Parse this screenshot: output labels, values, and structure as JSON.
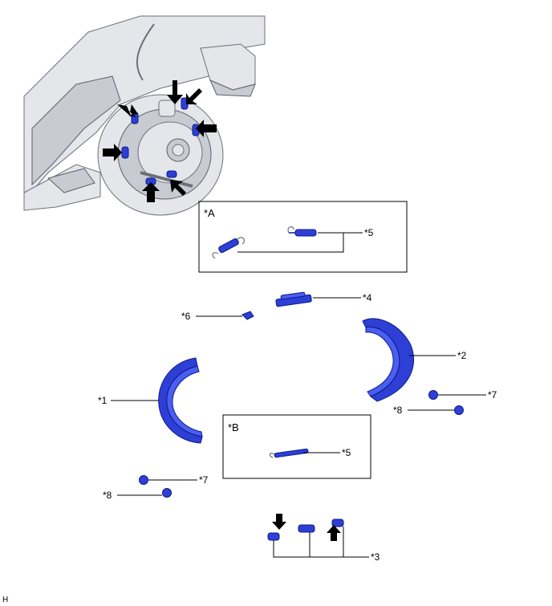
{
  "callouts": {
    "c1": "*1",
    "c2": "*2",
    "c3": "*3",
    "c4": "*4",
    "c5a": "*5",
    "c5b": "*5",
    "c6": "*6",
    "c7a": "*7",
    "c7b": "*7",
    "c8a": "*8",
    "c8b": "*8"
  },
  "boxes": {
    "a_label": "*A",
    "b_label": "*B"
  },
  "corner_mark": "H",
  "colors": {
    "part_blue": "#2e3fd6",
    "outline": "#000000",
    "assembly_grey": "#e4e6ea"
  }
}
